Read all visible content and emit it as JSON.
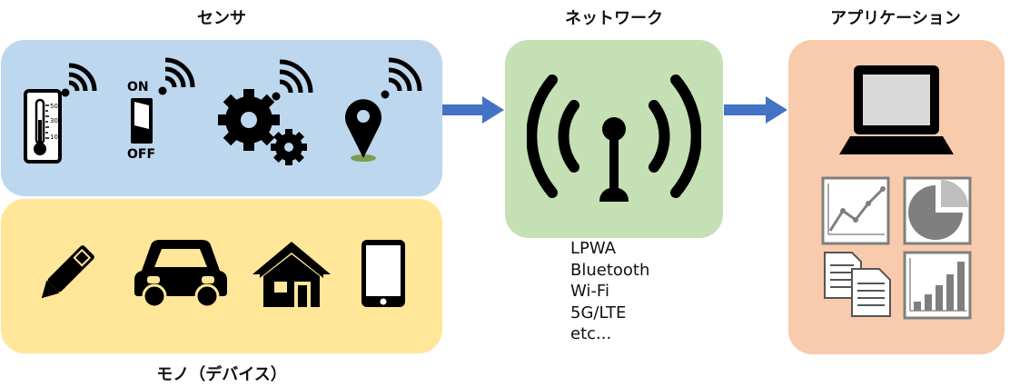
{
  "headings": {
    "sensor": "センサ",
    "network": "ネットワーク",
    "application": "アプリケーション",
    "device": "モノ（デバイス）"
  },
  "network_protocols": [
    "LPWA",
    "Bluetooth",
    "Wi-Fi",
    "5G/LTE",
    "etc..."
  ],
  "thermometer_scale": [
    "50",
    "30",
    "10"
  ],
  "switch_labels": {
    "on": "ON",
    "off": "OFF"
  },
  "icons": {
    "sensors": [
      "thermometer-icon",
      "switch-icon",
      "gears-icon",
      "location-pin-icon"
    ],
    "devices": [
      "pen-icon",
      "car-icon",
      "house-icon",
      "smartphone-icon"
    ],
    "network": "antenna-icon",
    "applications": [
      "laptop-icon",
      "line-chart-icon",
      "pie-chart-icon",
      "documents-icon",
      "bar-chart-icon"
    ]
  },
  "colors": {
    "sensor_panel": "#bdd7ee",
    "device_panel": "#ffe699",
    "network_panel": "#c5e0b4",
    "app_panel": "#f8cbad",
    "arrow": "#4472c4"
  }
}
